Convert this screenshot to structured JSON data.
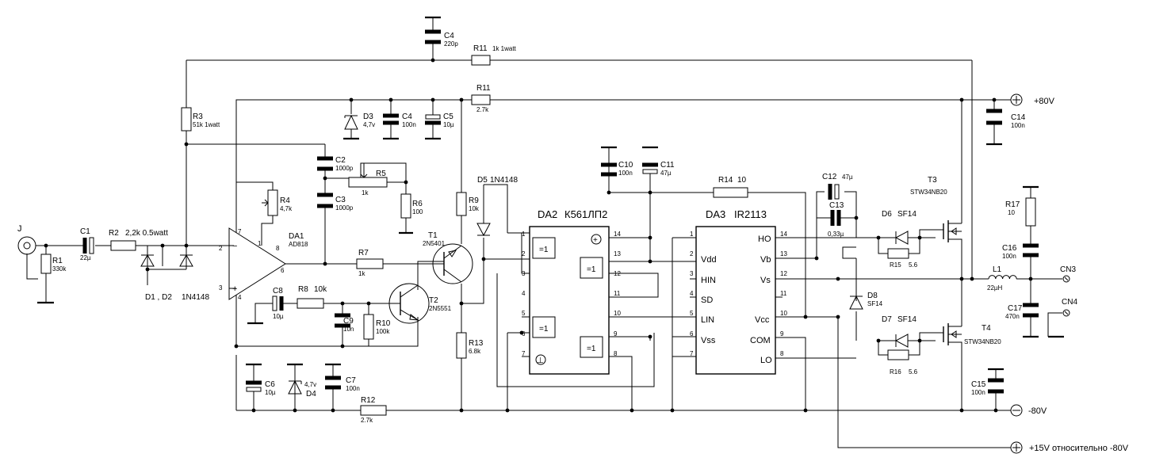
{
  "components": {
    "J": "J",
    "C1": {
      "ref": "C1",
      "value": "22µ"
    },
    "R1": {
      "ref": "R1",
      "value": "330k"
    },
    "R2": {
      "ref": "R2",
      "value": "2,2k 0.5watt"
    },
    "D1D2": {
      "ref": "D1 , D2",
      "value": "1N4148"
    },
    "R3": {
      "ref": "R3",
      "value": "51k 1watt"
    },
    "C2": {
      "ref": "C2",
      "value": "1000p"
    },
    "C3": {
      "ref": "C3",
      "value": "1000p"
    },
    "R4": {
      "ref": "R4",
      "value": "4,7k"
    },
    "R5": {
      "ref": "R5",
      "value": "1k"
    },
    "R6": {
      "ref": "R6",
      "value": "100"
    },
    "DA1": {
      "ref": "DA1",
      "value": "AD818"
    },
    "D3": {
      "ref": "D3",
      "value": "4,7v"
    },
    "C4a": {
      "ref": "C4",
      "value": "220p"
    },
    "C4b": {
      "ref": "C4",
      "value": "100n"
    },
    "C5": {
      "ref": "C5",
      "value": "10µ"
    },
    "R11a": {
      "ref": "R11",
      "value": "1k 1watt"
    },
    "R11b": {
      "ref": "R11",
      "value": "2.7k"
    },
    "R7": {
      "ref": "R7",
      "value": "1k"
    },
    "R8": {
      "ref": "R8",
      "value": "10k"
    },
    "C8": {
      "ref": "C8",
      "value": "10µ"
    },
    "C9": {
      "ref": "C9",
      "value": "10n"
    },
    "R10": {
      "ref": "R10",
      "value": "100k"
    },
    "T1": {
      "ref": "T1",
      "value": "2N5401"
    },
    "T2": {
      "ref": "T2",
      "value": "2N5551"
    },
    "D5": {
      "ref": "D5",
      "value": "1N4148"
    },
    "R9": {
      "ref": "R9",
      "value": "10k"
    },
    "R13": {
      "ref": "R13",
      "value": "6.8k"
    },
    "C6": {
      "ref": "C6",
      "value": "10µ"
    },
    "D4": {
      "ref": "D4",
      "value": "4,7v"
    },
    "C7": {
      "ref": "C7",
      "value": "100n"
    },
    "R12": {
      "ref": "R12",
      "value": "2.7k"
    },
    "C10": {
      "ref": "C10",
      "value": "100n"
    },
    "C11": {
      "ref": "C11",
      "value": "47µ"
    },
    "R14": {
      "ref": "R14",
      "value": "10"
    },
    "C12": {
      "ref": "C12",
      "value": "47µ"
    },
    "C13": {
      "ref": "C13",
      "value": "0,33µ"
    },
    "D6": {
      "ref": "D6",
      "value": "SF14"
    },
    "D7": {
      "ref": "D7",
      "value": "SF14"
    },
    "D8": {
      "ref": "D8",
      "value": "SF14"
    },
    "R15": {
      "ref": "R15",
      "value": "5.6"
    },
    "R16": {
      "ref": "R16",
      "value": "5.6"
    },
    "T3": {
      "ref": "T3",
      "value": "STW34NB20"
    },
    "T4": {
      "ref": "T4",
      "value": "STW34NB20"
    },
    "C14": {
      "ref": "C14",
      "value": "100n"
    },
    "C15": {
      "ref": "C15",
      "value": "100n"
    },
    "C16": {
      "ref": "C16",
      "value": "100n"
    },
    "C17": {
      "ref": "C17",
      "value": "470n"
    },
    "R17": {
      "ref": "R17",
      "value": "10"
    },
    "L1": {
      "ref": "L1",
      "value": "22µH"
    }
  },
  "ics": {
    "DA2": {
      "ref": "DA2",
      "value": "К561ЛП2",
      "gate": "=1",
      "plus": "+",
      "ground": "⊥",
      "pins_left": [
        "1",
        "2",
        "3",
        "4",
        "5",
        "6",
        "7"
      ],
      "pins_right": [
        "14",
        "13",
        "12",
        "11",
        "10",
        "9",
        "8"
      ]
    },
    "DA3": {
      "ref": "DA3",
      "value": "IR2113",
      "pins_left": [
        "1",
        "2",
        "3",
        "4",
        "5",
        "6",
        "7"
      ],
      "pins_right": [
        "14",
        "13",
        "12",
        "11",
        "10",
        "9",
        "8"
      ],
      "labels_left": [
        "Vdd",
        "HIN",
        "SD",
        "LIN",
        "Vss"
      ],
      "labels_right": [
        "HO",
        "Vb",
        "Vs",
        "Vcc",
        "COM",
        "LO"
      ]
    },
    "DA1_pins": {
      "p7": "7",
      "p1": "1",
      "p2": "2",
      "p3": "3",
      "p8": "8",
      "p6": "6",
      "p4": "4"
    }
  },
  "rails": {
    "plus80": "+80V",
    "minus80": "-80V",
    "plus15": "+15V относительно -80V",
    "cn3": "CN3",
    "cn4": "CN4",
    "plus_symbol": "+",
    "minus_symbol": "−"
  }
}
